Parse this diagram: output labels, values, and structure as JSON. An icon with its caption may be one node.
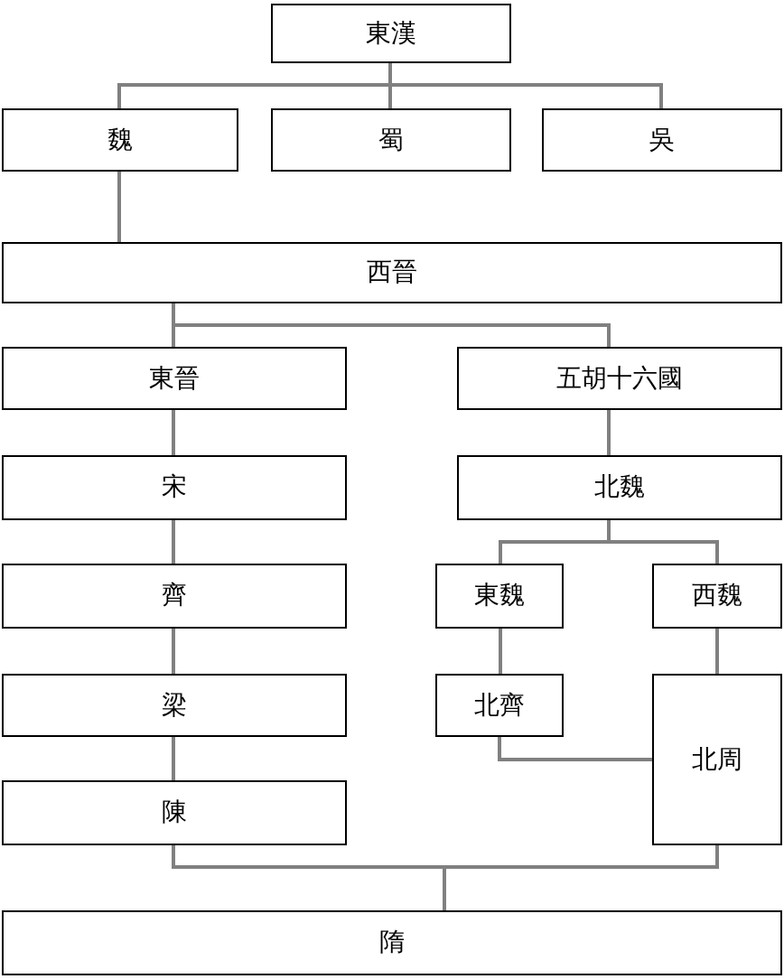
{
  "diagram": {
    "nodes": [
      {
        "text": [
          "東漢"
        ]
      },
      {
        "text": [
          "魏"
        ]
      },
      {
        "text": [
          "蜀"
        ]
      },
      {
        "text": [
          "吳"
        ]
      },
      {
        "text": [
          "西晉"
        ]
      },
      {
        "text": [
          "東晉"
        ]
      },
      {
        "text": [
          "五胡十六國"
        ]
      },
      {
        "text": [
          "宋"
        ]
      },
      {
        "text": [
          "北魏"
        ]
      },
      {
        "text": [
          "齊"
        ]
      },
      {
        "text": [
          "東魏"
        ]
      },
      {
        "text": [
          "西魏"
        ]
      },
      {
        "text": [
          "梁"
        ]
      },
      {
        "text": [
          "北齊"
        ]
      },
      {
        "text": [
          "北周"
        ]
      },
      {
        "text": [
          "陳"
        ]
      },
      {
        "text": [
          "隋"
        ]
      }
    ],
    "edges": [
      {
        "from": 0,
        "to": 1,
        "arrow": "none"
      },
      {
        "from": 0,
        "to": 2,
        "arrow": "none"
      },
      {
        "from": 0,
        "to": 3,
        "arrow": "none"
      },
      {
        "from": 1,
        "to": 4,
        "arrow": "none"
      },
      {
        "from": 4,
        "to": 5,
        "arrow": "none"
      },
      {
        "from": 4,
        "to": 6,
        "arrow": "none"
      },
      {
        "from": 5,
        "to": 7,
        "arrow": "none"
      },
      {
        "from": 6,
        "to": 8,
        "arrow": "none"
      },
      {
        "from": 7,
        "to": 9,
        "arrow": "none"
      },
      {
        "from": 8,
        "to": 10,
        "arrow": "none"
      },
      {
        "from": 8,
        "to": 11,
        "arrow": "none"
      },
      {
        "from": 9,
        "to": 12,
        "arrow": "none"
      },
      {
        "from": 10,
        "to": 13,
        "arrow": "none"
      },
      {
        "from": 11,
        "to": 14,
        "arrow": "none"
      },
      {
        "from": 13,
        "to": 14,
        "arrow": "none"
      },
      {
        "from": 12,
        "to": 15,
        "arrow": "none"
      },
      {
        "from": 15,
        "to": 16,
        "arrow": "none"
      },
      {
        "from": 14,
        "to": 16,
        "arrow": "none"
      }
    ]
  }
}
